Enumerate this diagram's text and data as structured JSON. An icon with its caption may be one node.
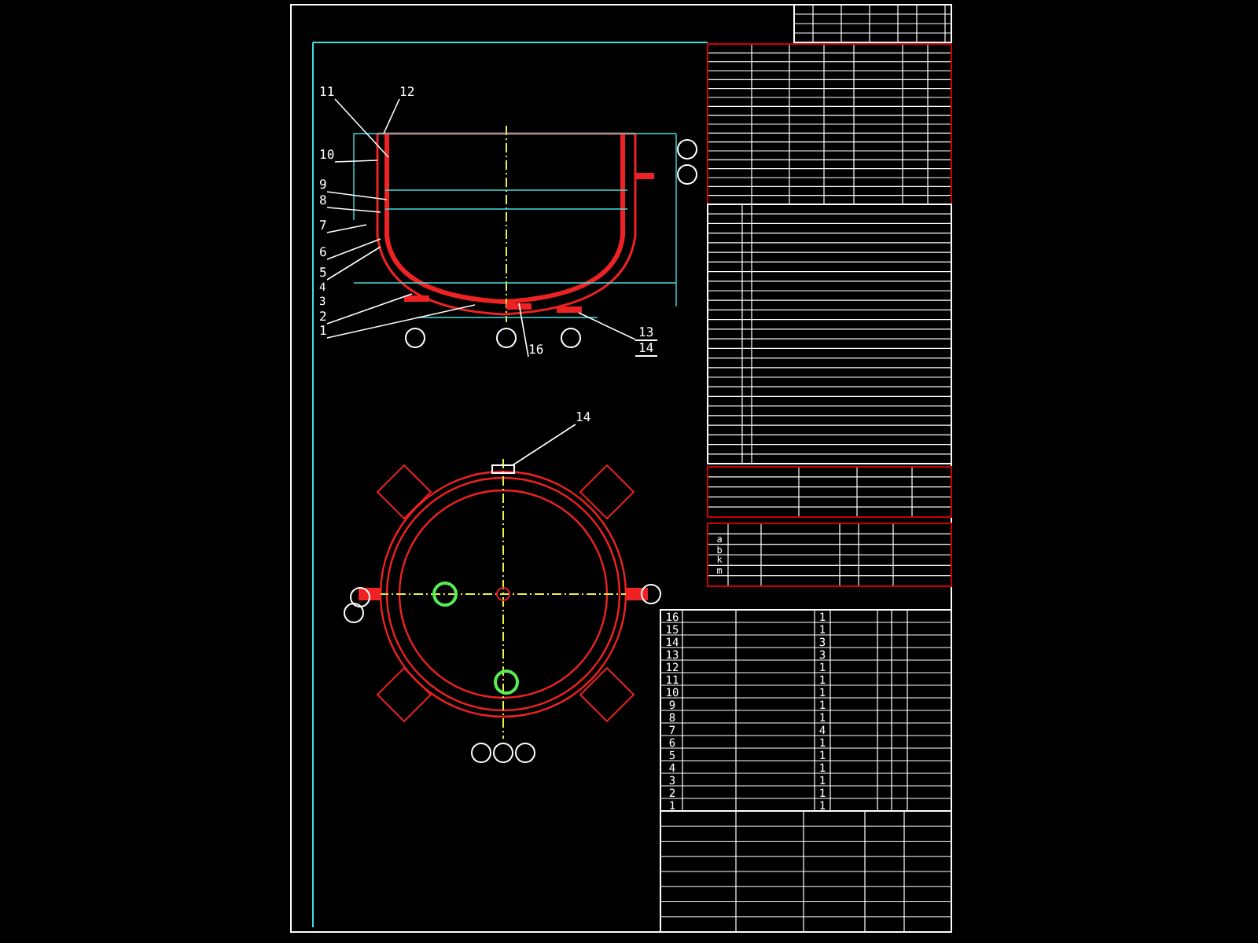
{
  "diagram": {
    "nodes": [
      {
        "text": [
          "11"
        ]
      },
      {
        "text": [
          "12"
        ]
      },
      {
        "text": [
          "10"
        ]
      },
      {
        "text": [
          "9"
        ]
      },
      {
        "text": [
          "8"
        ]
      },
      {
        "text": [
          "7"
        ]
      },
      {
        "text": [
          "6"
        ]
      },
      {
        "text": [
          "5"
        ]
      },
      {
        "text": [
          "2"
        ]
      },
      {
        "text": [
          "1"
        ]
      },
      {
        "text": [
          "16"
        ]
      },
      {
        "text": [
          "13",
          "14"
        ]
      },
      {
        "text": [
          "14"
        ]
      },
      {
        "text": [],
        "shape": "box"
      }
    ],
    "edges": [
      {
        "from": 0,
        "to": null,
        "arrow": "none"
      },
      {
        "from": 1,
        "to": null,
        "arrow": "none"
      },
      {
        "from": 2,
        "to": null,
        "arrow": "none"
      },
      {
        "from": 3,
        "to": null,
        "arrow": "none"
      },
      {
        "from": 4,
        "to": null,
        "arrow": "none"
      },
      {
        "from": 5,
        "to": null,
        "arrow": "none"
      },
      {
        "from": 6,
        "to": null,
        "arrow": "none"
      },
      {
        "from": 7,
        "to": null,
        "arrow": "none"
      },
      {
        "from": 8,
        "to": null,
        "arrow": "none"
      },
      {
        "from": 9,
        "to": null,
        "arrow": "none"
      },
      {
        "from": 10,
        "to": null,
        "arrow": "none"
      },
      {
        "from": 11,
        "to": null,
        "arrow": "none"
      },
      {
        "from": 12,
        "to": 13,
        "arrow": "none"
      }
    ],
    "labels": [
      "4",
      "3",
      "16",
      "1",
      "15",
      "1",
      "14",
      "3",
      "13",
      "3",
      "12",
      "1",
      "11",
      "1",
      "10",
      "1",
      "9",
      "1",
      "8",
      "1",
      "7",
      "4",
      "6",
      "1",
      "5",
      "1",
      "4",
      "1",
      "3",
      "1",
      "2",
      "1",
      "1",
      "1",
      "a",
      "b",
      "k",
      "m"
    ]
  }
}
